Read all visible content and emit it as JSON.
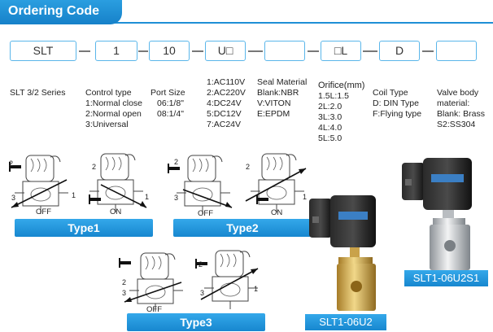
{
  "header": {
    "title": "Ordering Code"
  },
  "code_boxes": [
    {
      "label": "SLT"
    },
    {
      "label": "1"
    },
    {
      "label": "10"
    },
    {
      "label": "U□"
    },
    {
      "label": ""
    },
    {
      "label": "□L"
    },
    {
      "label": "D"
    },
    {
      "label": ""
    }
  ],
  "specs": {
    "series": {
      "head": "SLT 3/2 Series"
    },
    "control": {
      "head": "Control type",
      "items": [
        "1:Normal close",
        "2:Normal open",
        "3:Universal"
      ]
    },
    "port": {
      "head": "Port Size",
      "items": [
        "06:1/8\"",
        "08:1/4\""
      ]
    },
    "voltage": {
      "items": [
        "1:AC110V",
        "2:AC220V",
        "4:DC24V",
        "5:DC12V",
        "7:AC24V"
      ]
    },
    "seal": {
      "head": "Seal Material",
      "items": [
        "Blank:NBR",
        "V:VITON",
        "E:EPDM"
      ]
    },
    "orifice": {
      "head": "Orifice(mm)",
      "items": [
        "1.5L:1.5",
        "2L:2.0",
        "3L:3.0",
        "4L:4.0",
        "5L:5.0"
      ]
    },
    "coil": {
      "head": "Coil Type",
      "items": [
        "D: DIN Type",
        "F:Flying type"
      ]
    },
    "body": {
      "head": "Valve body material:",
      "head2": "material:",
      "items": [
        "Blank: Brass",
        "S2:SS304"
      ]
    }
  },
  "types": {
    "type1": {
      "label": "Type1",
      "off": "OFF",
      "on": "ON"
    },
    "type2": {
      "label": "Type2",
      "off": "OFF",
      "on": "ON"
    },
    "type3": {
      "label": "Type3",
      "off": "OFF"
    }
  },
  "port_numbers": {
    "p1": "1",
    "p2": "2",
    "p3": "3"
  },
  "products": {
    "brass": {
      "label": "SLT1-06U2",
      "tag": "SLT1-06U2"
    },
    "steel": {
      "label": "SLT1-06U2S1",
      "tag": "SLT1-06U2S1"
    }
  },
  "colors": {
    "accent": "#1e8fd6",
    "box_border": "#5ab6ea",
    "brass": "#d8b45a",
    "steel": "#c8ccd0",
    "coil": "#1a1a1a"
  }
}
